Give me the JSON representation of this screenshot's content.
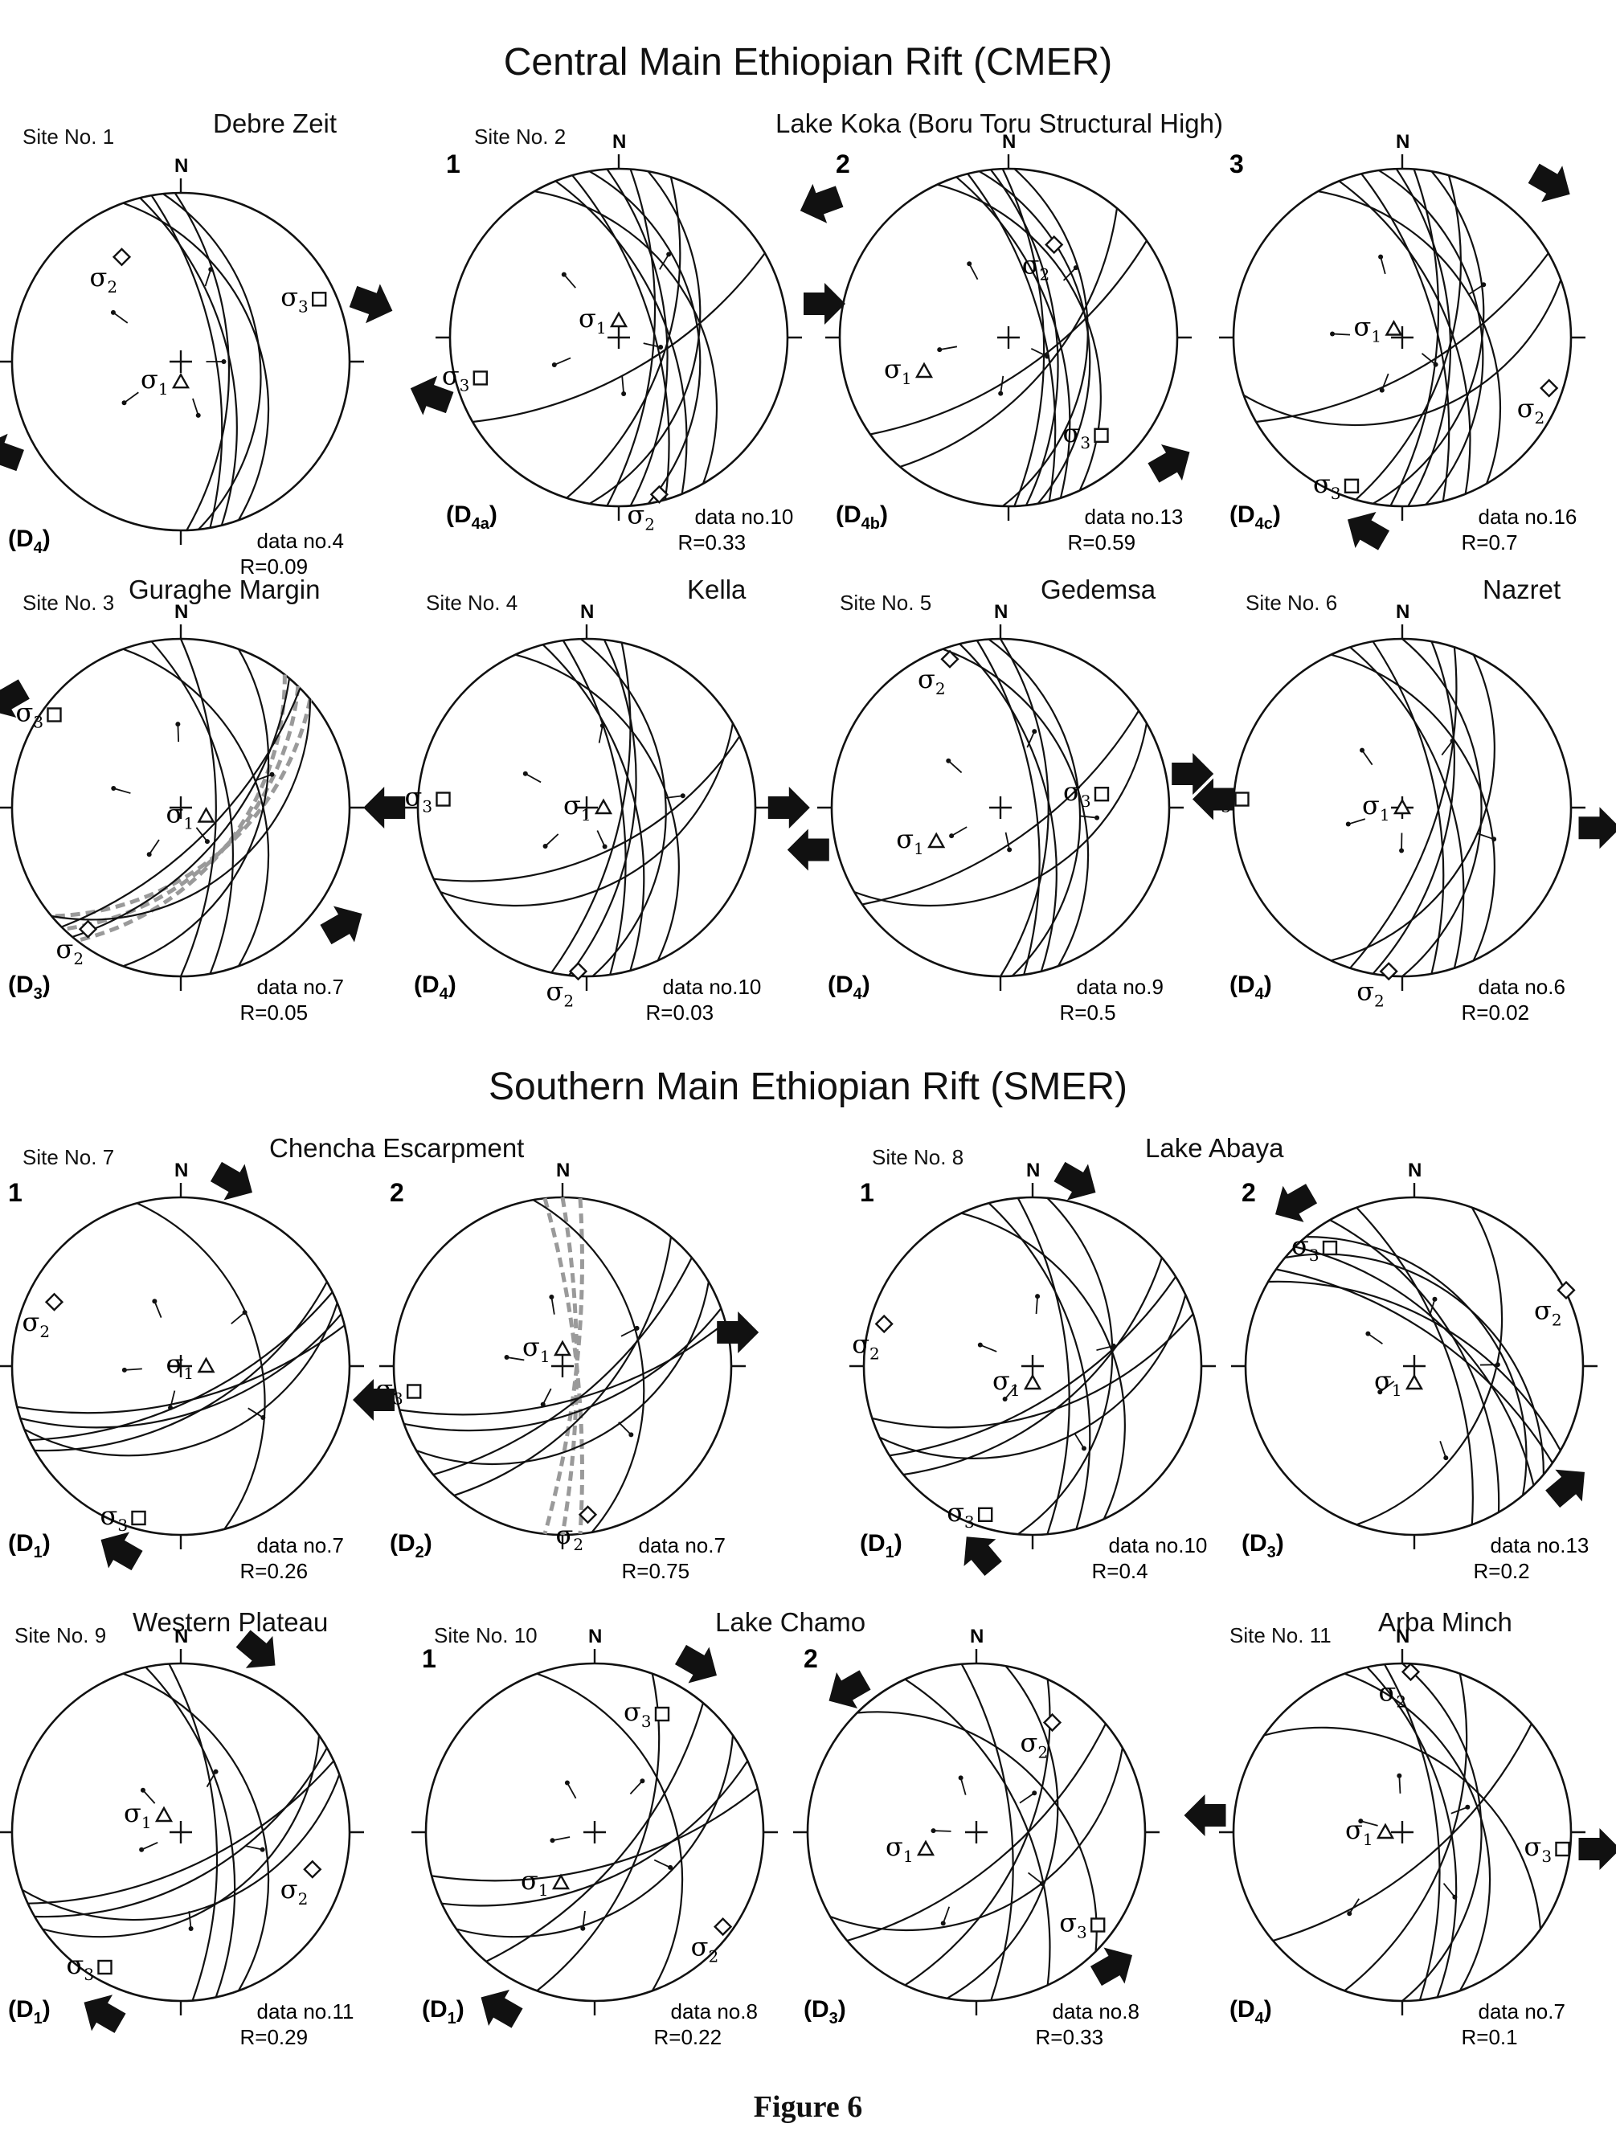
{
  "sections": {
    "cmer_title": "Central Main Ethiopian Rift (CMER)",
    "smer_title": "Southern Main Ethiopian Rift (SMER)"
  },
  "caption": "Figure 6",
  "north_label": "N",
  "sigma_symbol": "σ",
  "site_labels": [
    {
      "text": "Site No. 1"
    },
    {
      "text": "Site No. 2"
    },
    {
      "text": "Site No. 3"
    },
    {
      "text": "Site No. 4"
    },
    {
      "text": "Site No. 5"
    },
    {
      "text": "Site No. 6"
    },
    {
      "text": "Site No. 7"
    },
    {
      "text": "Site No. 8"
    },
    {
      "text": "Site No. 9"
    },
    {
      "text": "Site No. 10"
    },
    {
      "text": "Site No. 11"
    }
  ],
  "location_labels": [
    {
      "text": "Debre Zeit"
    },
    {
      "text": "Lake Koka (Boru Toru Structural High)"
    },
    {
      "text": "Guraghe Margin"
    },
    {
      "text": "Kella"
    },
    {
      "text": "Gedemsa"
    },
    {
      "text": "Nazret"
    },
    {
      "text": "Chencha Escarpment"
    },
    {
      "text": "Lake Abaya"
    },
    {
      "text": "Western Plateau"
    },
    {
      "text": "Lake Chamo"
    },
    {
      "text": "Arba Minch"
    }
  ],
  "stereonets": [
    {
      "id": "debre-zeit",
      "sub": "",
      "phase": "D",
      "phase_sub": "4",
      "data": "data no.4",
      "r": "R=0.09"
    },
    {
      "id": "koka-1",
      "sub": "1",
      "phase": "D",
      "phase_sub": "4a",
      "data": "data no.10",
      "r": "R=0.33"
    },
    {
      "id": "koka-2",
      "sub": "2",
      "phase": "D",
      "phase_sub": "4b",
      "data": "data no.13",
      "r": "R=0.59"
    },
    {
      "id": "koka-3",
      "sub": "3",
      "phase": "D",
      "phase_sub": "4c",
      "data": "data no.16",
      "r": "R=0.7"
    },
    {
      "id": "guraghe",
      "sub": "",
      "phase": "D",
      "phase_sub": "3",
      "data": "data no.7",
      "r": "R=0.05"
    },
    {
      "id": "kella",
      "sub": "",
      "phase": "D",
      "phase_sub": "4",
      "data": "data no.10",
      "r": "R=0.03"
    },
    {
      "id": "gedemsa",
      "sub": "",
      "phase": "D",
      "phase_sub": "4",
      "data": "data no.9",
      "r": "R=0.5"
    },
    {
      "id": "nazret",
      "sub": "",
      "phase": "D",
      "phase_sub": "4",
      "data": "data no.6",
      "r": "R=0.02"
    },
    {
      "id": "chencha-1",
      "sub": "1",
      "phase": "D",
      "phase_sub": "1",
      "data": "data no.7",
      "r": "R=0.26"
    },
    {
      "id": "chencha-2",
      "sub": "2",
      "phase": "D",
      "phase_sub": "2",
      "data": "data no.7",
      "r": "R=0.75"
    },
    {
      "id": "abaya-1",
      "sub": "1",
      "phase": "D",
      "phase_sub": "1",
      "data": "data no.10",
      "r": "R=0.4"
    },
    {
      "id": "abaya-2",
      "sub": "2",
      "phase": "D",
      "phase_sub": "3",
      "data": "data no.13",
      "r": "R=0.2"
    },
    {
      "id": "western-plateau",
      "sub": "",
      "phase": "D",
      "phase_sub": "1",
      "data": "data no.11",
      "r": "R=0.29"
    },
    {
      "id": "chamo-1",
      "sub": "1",
      "phase": "D",
      "phase_sub": "1",
      "data": "data no.8",
      "r": "R=0.22"
    },
    {
      "id": "chamo-2",
      "sub": "2",
      "phase": "D",
      "phase_sub": "3",
      "data": "data no.8",
      "r": "R=0.33"
    },
    {
      "id": "arba-minch",
      "sub": "",
      "phase": "D",
      "phase_sub": "4",
      "data": "data no.7",
      "r": "R=0.1"
    }
  ]
}
